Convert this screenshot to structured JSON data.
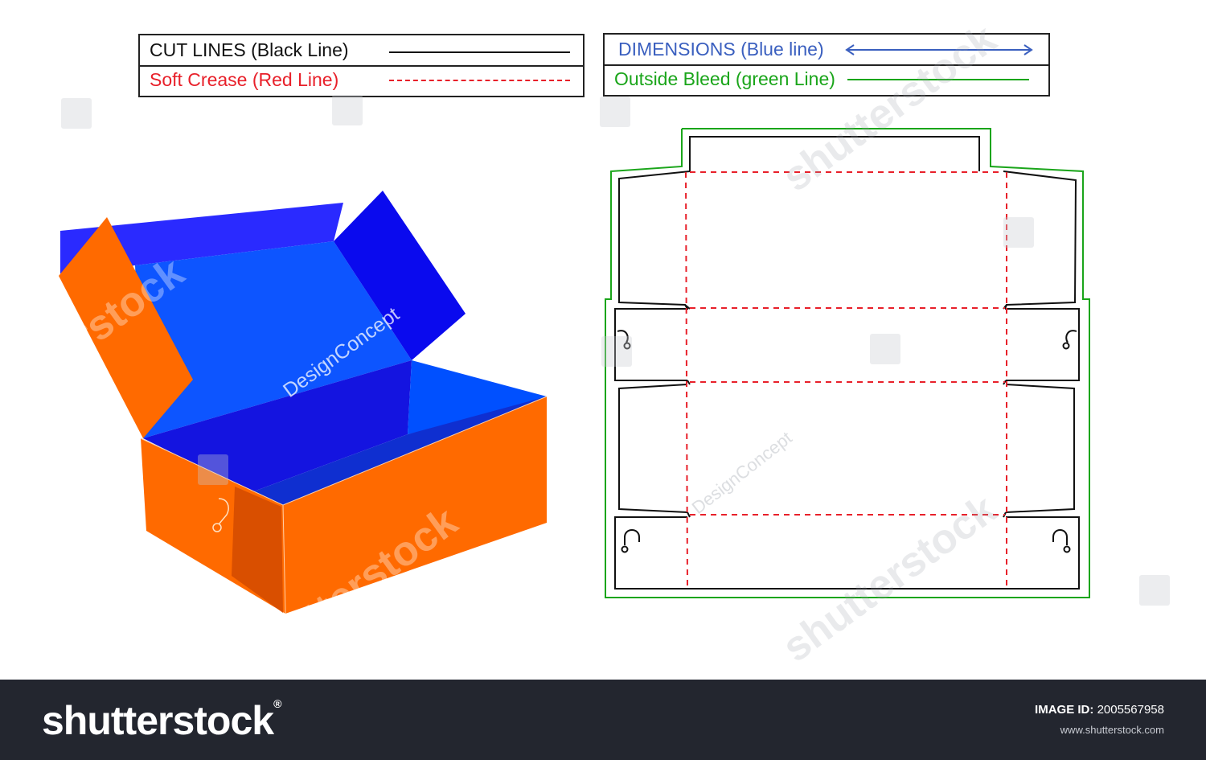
{
  "legend": {
    "cut_lines": "CUT LINES (Black Line)",
    "soft_crease": "Soft Crease (Red Line)",
    "dimensions": "DIMENSIONS (Blue line)",
    "outside_bleed": "Outside Bleed (green Line)"
  },
  "colors": {
    "cut": "#111111",
    "crease": "#e8202a",
    "dimension": "#3a5fbf",
    "bleed": "#1aa51a",
    "box_orange": "#ff6a00",
    "box_blue": "#0055ff",
    "box_dark_blue": "#1a1aee",
    "footer_bg": "#23262f"
  },
  "watermarks": {
    "design_concept": "DesignConcept",
    "brand": "shutterstock"
  },
  "footer": {
    "logo": "shutterstock",
    "logo_mark": "®",
    "image_id_label": "IMAGE ID:",
    "image_id": "2005567958",
    "url": "www.shutterstock.com"
  }
}
